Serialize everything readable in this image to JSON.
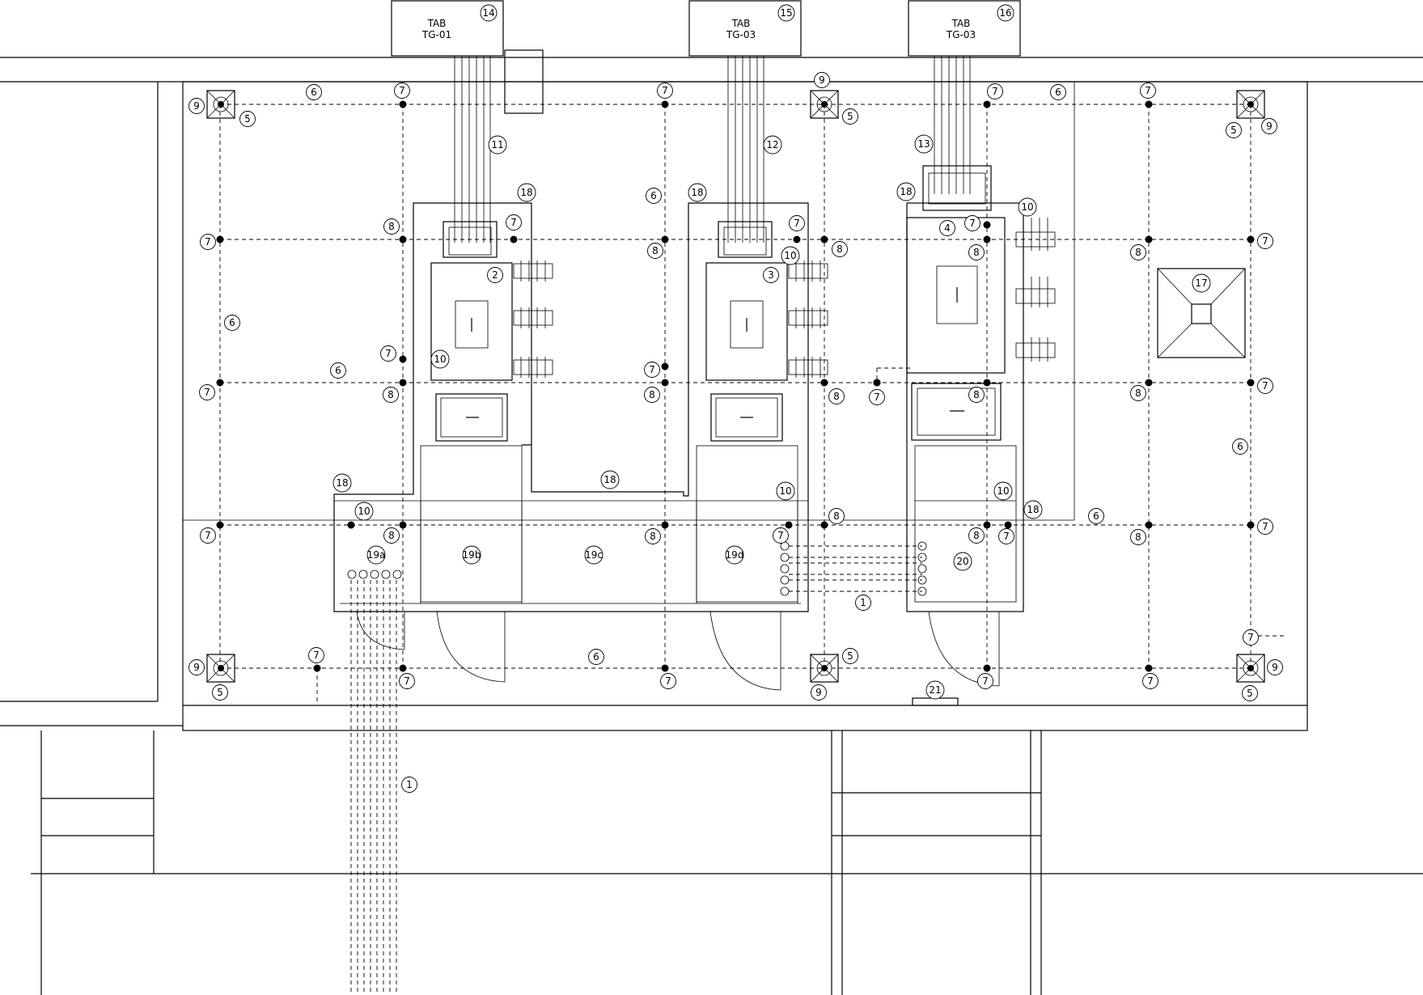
{
  "tab_boxes": [
    {
      "line1": "TAB",
      "line2": "TG-01",
      "num": "14"
    },
    {
      "line1": "TAB",
      "line2": "TG-03",
      "num": "15"
    },
    {
      "line1": "TAB",
      "line2": "TG-03",
      "num": "16"
    }
  ],
  "callouts": [
    "1",
    "2",
    "3",
    "4",
    "5",
    "6",
    "7",
    "8",
    "9",
    "10",
    "11",
    "12",
    "13",
    "17",
    "18",
    "19a",
    "19b",
    "19c",
    "19d",
    "20",
    "21"
  ]
}
